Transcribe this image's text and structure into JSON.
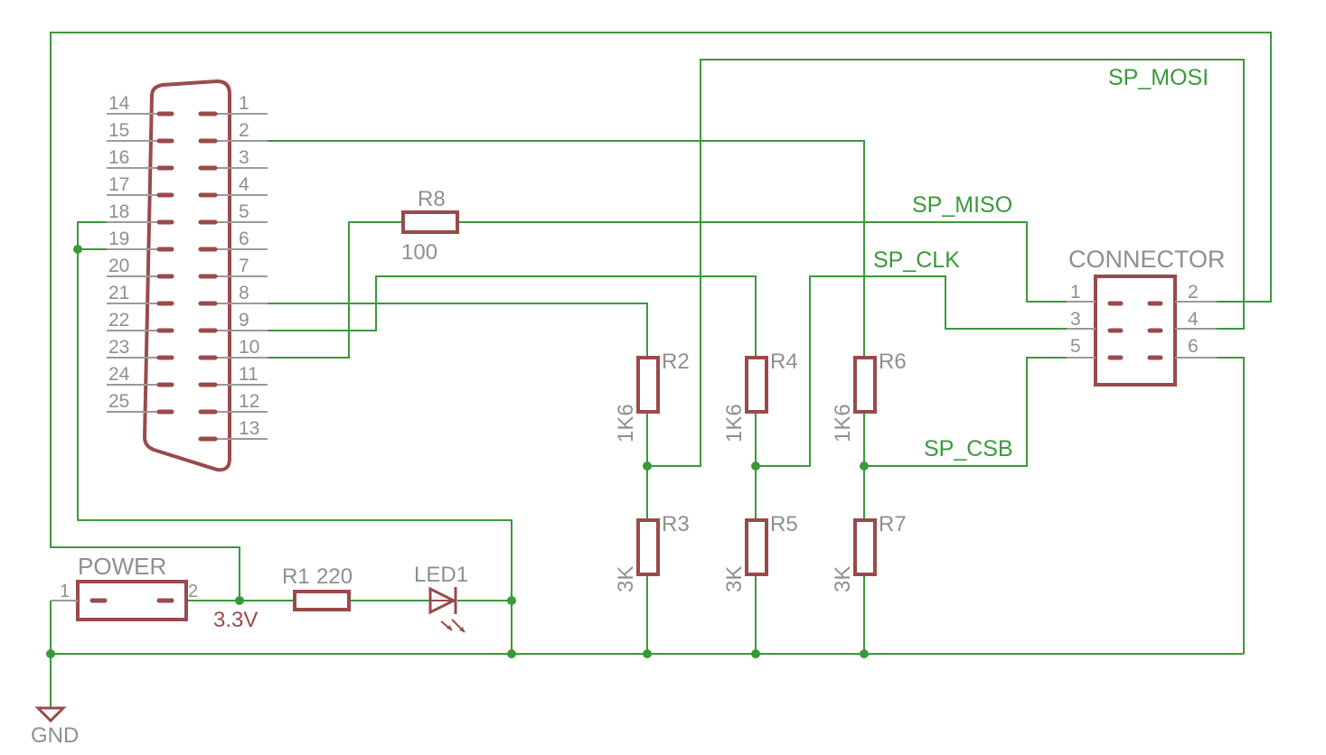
{
  "db25": {
    "left_pins": [
      "14",
      "15",
      "16",
      "17",
      "18",
      "19",
      "20",
      "21",
      "22",
      "23",
      "24",
      "25"
    ],
    "right_pins": [
      "1",
      "2",
      "3",
      "4",
      "5",
      "6",
      "7",
      "8",
      "9",
      "10",
      "11",
      "12",
      "13"
    ]
  },
  "r8": {
    "name": "R8",
    "value": "100"
  },
  "dividers": [
    {
      "top_name": "R2",
      "top_value": "1K6",
      "bottom_name": "R3",
      "bottom_value": "3K"
    },
    {
      "top_name": "R4",
      "top_value": "1K6",
      "bottom_name": "R5",
      "bottom_value": "3K"
    },
    {
      "top_name": "R6",
      "top_value": "1K6",
      "bottom_name": "R7",
      "bottom_value": "3K"
    }
  ],
  "nets": {
    "mosi": "SP_MOSI",
    "miso": "SP_MISO",
    "clk": "SP_CLK",
    "csb": "SP_CSB"
  },
  "connector": {
    "name": "CONNECTOR",
    "left_pins": [
      "1",
      "3",
      "5"
    ],
    "right_pins": [
      "2",
      "4",
      "6"
    ]
  },
  "power": {
    "name": "POWER",
    "pin1": "1",
    "pin2": "2",
    "voltage": "3.3V"
  },
  "r1": {
    "name": "R1",
    "value": "220"
  },
  "led": {
    "name": "LED1"
  },
  "gnd": {
    "name": "GND"
  }
}
